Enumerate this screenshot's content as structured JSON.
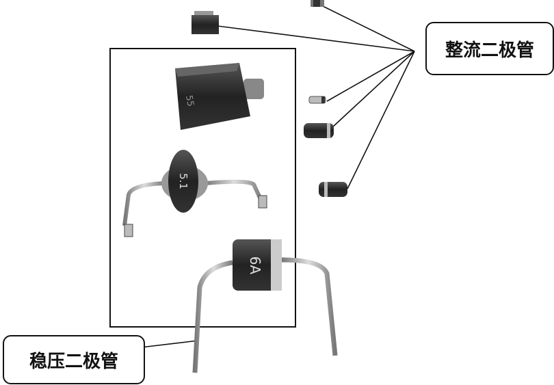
{
  "labels": {
    "rectifier": "整流二极管",
    "zener": "稳压二极管"
  },
  "component_markings": {
    "smd_large": "55",
    "axial_glass": "5.1",
    "axial_large": "6A"
  }
}
